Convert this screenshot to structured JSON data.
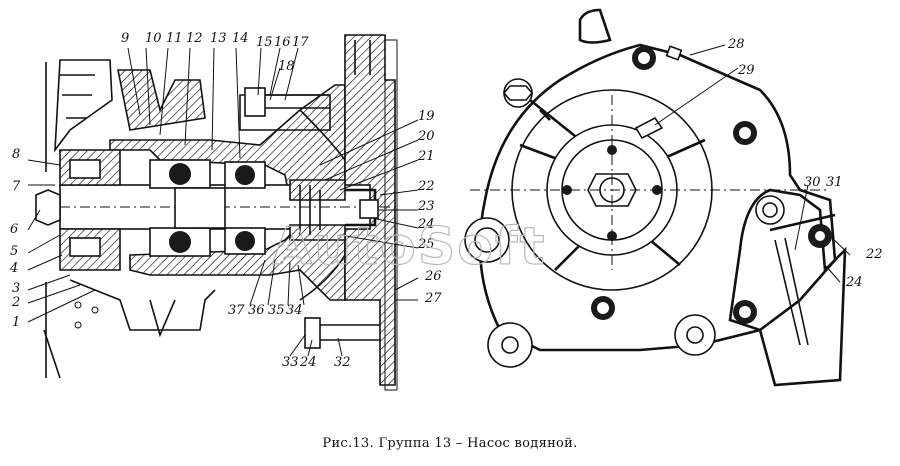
{
  "figure": {
    "caption": "Рис.13. Группа 13 – Насос водяной.",
    "watermark": "AutoSoft",
    "left_view_callouts": [
      "1",
      "2",
      "3",
      "4",
      "5",
      "6",
      "7",
      "8",
      "9",
      "10",
      "11",
      "12",
      "13",
      "14",
      "15",
      "16",
      "17",
      "18",
      "19",
      "20",
      "21",
      "22",
      "23",
      "24",
      "25",
      "26",
      "27",
      "24",
      "32",
      "33",
      "34",
      "35",
      "36",
      "37"
    ],
    "right_view_callouts": [
      "28",
      "29",
      "30",
      "31",
      "22",
      "24"
    ]
  }
}
